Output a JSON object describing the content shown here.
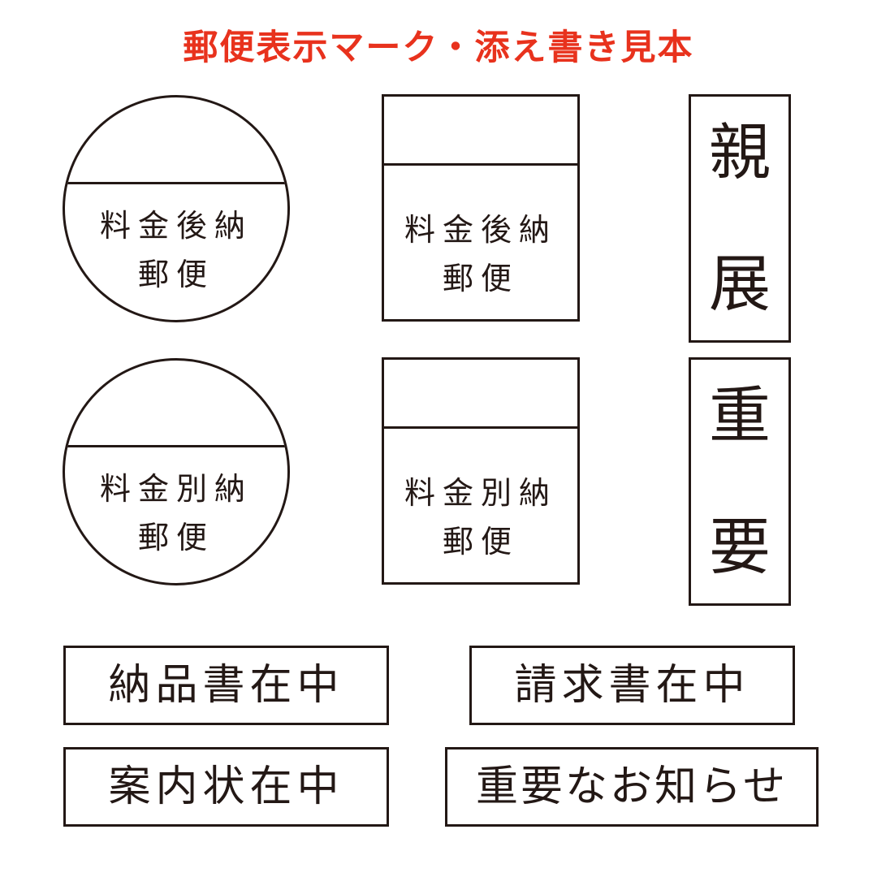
{
  "title": "郵便表示マーク・添え書き見本",
  "stamps": {
    "circle_kono": {
      "line1": "料金後納",
      "line2": "郵便"
    },
    "circle_betsu": {
      "line1": "料金別納",
      "line2": "郵便"
    },
    "rect_kono": {
      "line1": "料金後納",
      "line2": "郵便"
    },
    "rect_betsu": {
      "line1": "料金別納",
      "line2": "郵便"
    }
  },
  "vertical_labels": {
    "shinten": [
      "親",
      "展"
    ],
    "juyo": [
      "重",
      "要"
    ]
  },
  "horizontal_labels": {
    "nouhinsho": "納品書在中",
    "seikyusho": "請求書在中",
    "annaijo": "案内状在中",
    "oshirase": "重要なお知らせ"
  },
  "colors": {
    "title": "#e8321d",
    "ink": "#231815"
  }
}
